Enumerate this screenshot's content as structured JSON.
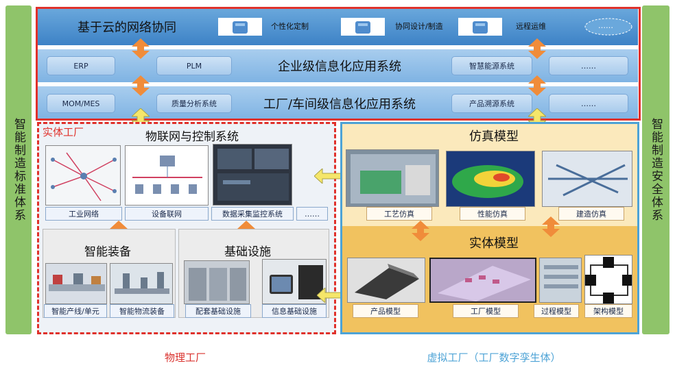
{
  "left_side": {
    "label": "智能制造标准体系"
  },
  "right_side": {
    "label": "智能制造安全体系"
  },
  "cloud_row": {
    "title": "基于云的网络协同",
    "items": [
      "个性化定制",
      "协同设计/制造",
      "远程运维",
      "……"
    ]
  },
  "enterprise_row": {
    "title": "企业级信息化应用系统",
    "items": [
      "ERP",
      "PLM",
      "智慧能源系统",
      "……"
    ]
  },
  "factory_row": {
    "title": "工厂/车间级信息化应用系统",
    "items": [
      "MOM/MES",
      "质量分析系统",
      "产品溯源系统",
      "……"
    ]
  },
  "physical": {
    "tag": "实体工厂",
    "iot": {
      "title": "物联网与控制系统",
      "items": [
        "工业网络",
        "设备联网",
        "数据采集监控系统",
        "……"
      ]
    },
    "equipment": {
      "title": "智能装备",
      "items": [
        "智能产线/单元",
        "智能物流装备"
      ]
    },
    "infrastructure": {
      "title": "基础设施",
      "items": [
        "配套基础设施",
        "信息基础设施"
      ]
    }
  },
  "virtual": {
    "sim": {
      "title": "仿真模型",
      "items": [
        "工艺仿真",
        "性能仿真",
        "建造仿真"
      ]
    },
    "entity": {
      "title": "实体模型",
      "items": [
        "产品模型",
        "工厂模型",
        "过程模型",
        "架构模型"
      ]
    }
  },
  "captions": {
    "physical": "物理工厂",
    "virtual": "虚拟工厂（工厂数字孪生体）"
  },
  "colors": {
    "physical_caption": "#d9302c",
    "virtual_caption": "#4da3d6",
    "red_frame": "#e0312b",
    "sim_bg": "#fbe9bc",
    "entity_bg": "#f1c25f"
  }
}
